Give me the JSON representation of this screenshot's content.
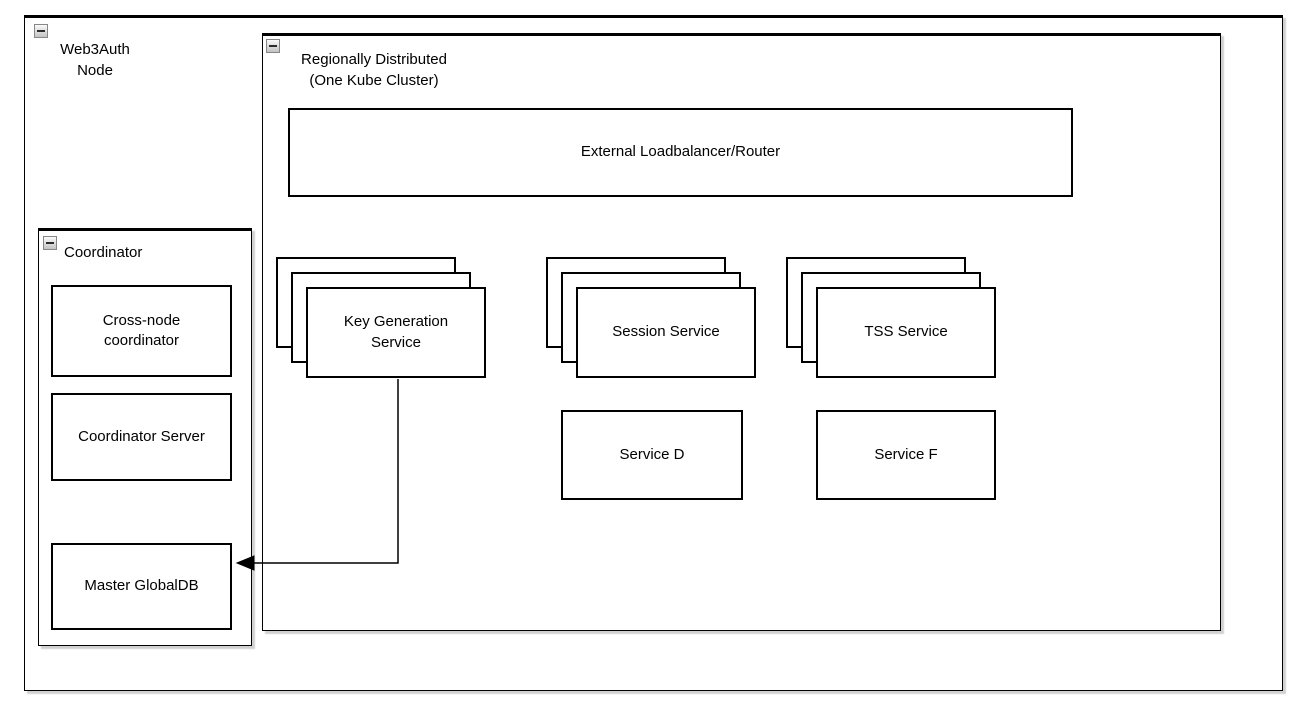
{
  "diagram": {
    "type": "architecture-diagram",
    "containers": {
      "web3auth_node": {
        "label": "Web3Auth\nNode"
      },
      "regionally_distributed": {
        "label": "Regionally Distributed\n(One Kube Cluster)"
      },
      "coordinator": {
        "label": "Coordinator"
      }
    },
    "nodes": {
      "external_loadbalancer": {
        "label": "External Loadbalancer/Router"
      },
      "key_generation_service": {
        "label": "Key Generation\nService",
        "stacked_instances": 3
      },
      "session_service": {
        "label": "Session Service",
        "stacked_instances": 3
      },
      "tss_service": {
        "label": "TSS Service",
        "stacked_instances": 3
      },
      "service_d": {
        "label": "Service D"
      },
      "service_f": {
        "label": "Service F"
      },
      "cross_node_coordinator": {
        "label": "Cross-node\ncoordinator"
      },
      "coordinator_server": {
        "label": "Coordinator Server"
      },
      "master_globaldb": {
        "label": "Master GlobalDB"
      }
    },
    "edges": [
      {
        "from": "Key Generation Service",
        "to": "Master GlobalDB",
        "style": "orthogonal",
        "arrowhead": "filled-triangle-left"
      }
    ],
    "icons": {
      "collapse": "minus"
    },
    "colors": {
      "border": "#000000",
      "fill": "#ffffff",
      "shadow": "#cccccc"
    }
  }
}
